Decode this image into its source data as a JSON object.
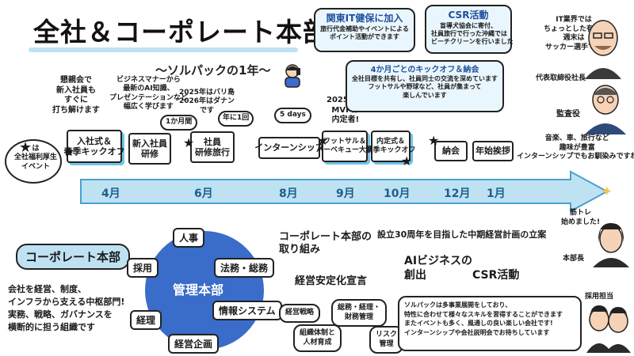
{
  "header": {
    "title": "全社＆コーポレート本部",
    "subtitle": "〜ソルパックの1年〜"
  },
  "intro_badge": {
    "text": "は\n全社福利厚生\nイベント"
  },
  "notes": {
    "shinboku": "懇親会で\n新入社員も\nすぐに\n打ち解けます",
    "business": "ビジネスマナーから\n最新のAI知識、\nプレゼンテーションなど\n幅広く学びます",
    "one_month": "1か月間",
    "trip": "2025年はバリ島\n2026年はダナン\nです",
    "once_year": "年に1回",
    "five_days": "5 days",
    "mvp": "2025年の\nMVPは\n内定者!"
  },
  "timeline": {
    "events": [
      {
        "label": "入社式＆\n春季キックオフ"
      },
      {
        "label": "新入社員\n研修"
      },
      {
        "label": "社員\n研修旅行"
      },
      {
        "label": "インターンシップ"
      },
      {
        "label": "フットサル＆\nバーベキュー大会"
      },
      {
        "label": "内定式＆\n秋季キックオフ"
      },
      {
        "label": "納会"
      },
      {
        "label": "年始挨拶"
      }
    ],
    "months": [
      "4月",
      "6月",
      "8月",
      "9月",
      "10月",
      "12月",
      "1月"
    ]
  },
  "bubbles": {
    "kanto": {
      "title": "関東IT健保に加入",
      "body": "旅行代金補助やイベントによる\nポイント活動ができます"
    },
    "csr": {
      "title": "CSR活動",
      "body": "盲導犬協会に寄付、\n社員旅行で行った沖縄では\nビーチクリーンを行いました"
    },
    "kickoff": {
      "title": "4か月ごとのキックオフ＆納会",
      "body": "全社目標を共有し、社員同士の交流を深めています\nフットサルや野球など、社員が集まって\n楽しんでいます"
    }
  },
  "people": {
    "ceo_caption": "代表取締役社長",
    "ceo_quote": "IT業界では\nちょっとした有名!\n週末は\nサッカー選手です",
    "supervisor_caption": "監査役",
    "supervisor_quote": "音楽、車、旅行など\n趣味が豊富\nインターンシップでもお馴染みですね",
    "director_caption": "本部長",
    "director_quote": "筋トレ\n始めました!",
    "recruiter_caption": "採用担当"
  },
  "corporate": {
    "heading": "コーポレート本部",
    "description": "会社を経営、制度、\nインフラから支える中枢部門!\n実務、戦略、ガバナンスを\n横断的に担う組織です",
    "center_label": "管理本部",
    "divisions": [
      "人事",
      "採用",
      "法務・総務",
      "経理",
      "情報システム",
      "経営企画"
    ]
  },
  "initiatives": {
    "heading": "コーポレート本部の\n取り組み",
    "stability": "経営安定化宣言",
    "tags": [
      "経営戦略",
      "総務・経理・\n財務管理",
      "組織体制と\n人材育成",
      "リスク\n管理"
    ],
    "plan": "設立30周年を目指した中期経営計画の立案",
    "ai": "AIビジネスの\n創出",
    "csr": "CSR活動"
  },
  "closing": {
    "text": "ソルパックは多事業展開をしており、\n特性に合わせて様々なスキルを習得することができます\nまたイベントも多く、風通しの良い楽しい会社です!\nインターンシップや会社説明会でお待ちしています"
  },
  "colors": {
    "arrow": "#bfe2f3",
    "arrow_border": "#4a9fd0",
    "circle": "#3a6cc9",
    "accent_yellow": "#f5e25a"
  }
}
